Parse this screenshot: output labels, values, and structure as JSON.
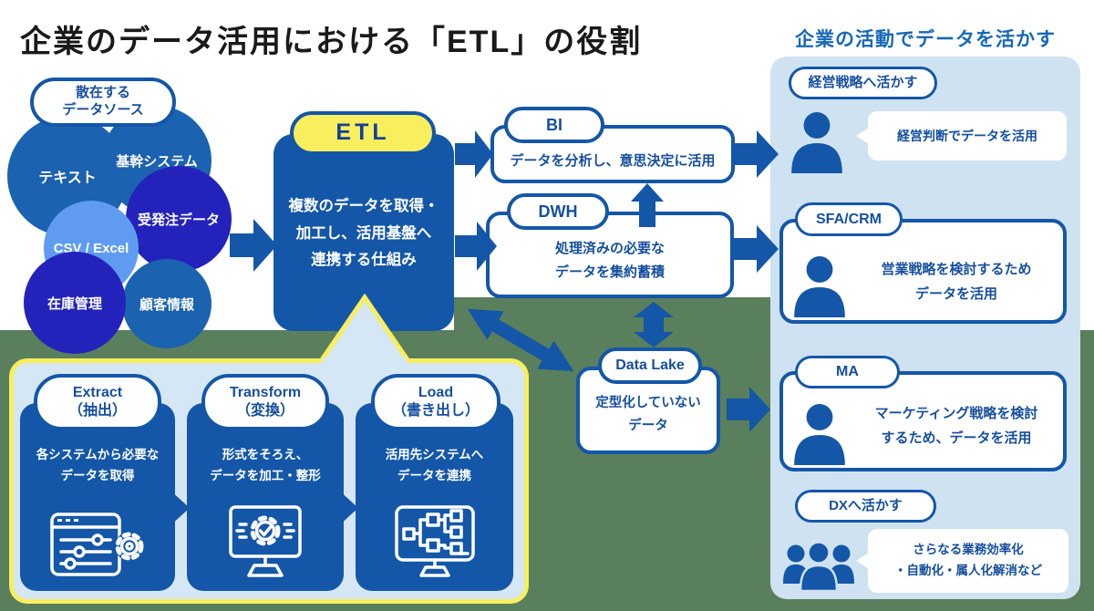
{
  "title": "企業のデータ活用における「ETL」の役割",
  "palette": {
    "primary_blue": "#1457a8",
    "medium_blue_circle": "#1b62b0",
    "navy_circle": "#2323bb",
    "light_blue_circle": "#5f9cf1",
    "yellow_accent": "#f8ee5e",
    "light_panel_blue": "#cfe2f1",
    "light_callout_blue": "#d5e7f4",
    "background_green": "#597f5c",
    "text_blue": "#164f9e"
  },
  "sources": {
    "label": "散在する\nデータソース",
    "items": [
      {
        "label": "テキスト",
        "color": "#1b62b0"
      },
      {
        "label": "基幹システム",
        "color": "#1b62b0"
      },
      {
        "label": "受発注データ",
        "color": "#2323bb"
      },
      {
        "label": "CSV / Excel",
        "color": "#5f9cf1"
      },
      {
        "label": "顧客情報",
        "color": "#1b62b0"
      },
      {
        "label": "在庫管理",
        "color": "#2323bb"
      }
    ]
  },
  "etl": {
    "label": "ETL",
    "description": "複数のデータを取得・\n加工し、活用基盤へ\n連携する仕組み"
  },
  "steps": [
    {
      "label": "Extract\n（抽出）",
      "description": "各システムから必要な\nデータを取得",
      "icon": "window-sliders-gear-icon"
    },
    {
      "label": "Transform\n（変換）",
      "description": "形式をそろえ、\nデータを加工・整形",
      "icon": "monitor-gear-check-icon"
    },
    {
      "label": "Load\n（書き出し）",
      "description": "活用先システムへ\nデータを連携",
      "icon": "monitor-network-icon"
    }
  ],
  "platforms": {
    "bi": {
      "label": "BI",
      "description": "データを分析し、意思決定に活用"
    },
    "dwh": {
      "label": "DWH",
      "description": "処理済みの必要な\nデータを集約蓄積"
    },
    "datalake": {
      "label": "Data Lake",
      "description": "定型化していない\nデータ"
    }
  },
  "outcomes": {
    "header": "企業の活動でデータを活かす",
    "management": {
      "label": "経営戦略へ活かす",
      "bubble": "経営判断でデータを活用",
      "icon": "person-icon"
    },
    "sfa": {
      "label": "SFA/CRM",
      "description": "営業戦略を検討するため\nデータを活用",
      "icon": "person-icon"
    },
    "ma": {
      "label": "MA",
      "description": "マーケティング戦略を検討\nするため、データを活用",
      "icon": "person-icon"
    },
    "dx": {
      "label": "DXへ活かす",
      "bubble": "さらなる業務効率化\n・自動化・属人化解消など",
      "icon": "people-icon"
    }
  }
}
